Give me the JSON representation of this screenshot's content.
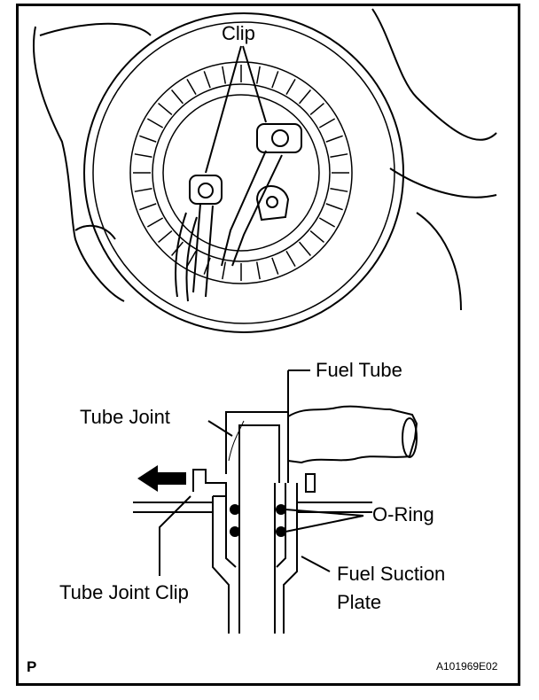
{
  "labels": {
    "clip": "Clip",
    "fuel_tube": "Fuel  Tube",
    "tube_joint": "Tube Joint",
    "o_ring": "O-Ring",
    "tube_joint_clip": "Tube Joint Clip",
    "fuel_suction_plate_line1": "Fuel Suction",
    "fuel_suction_plate_line2": "Plate",
    "corner_mark": "P",
    "figure_code": "A101969E02"
  }
}
